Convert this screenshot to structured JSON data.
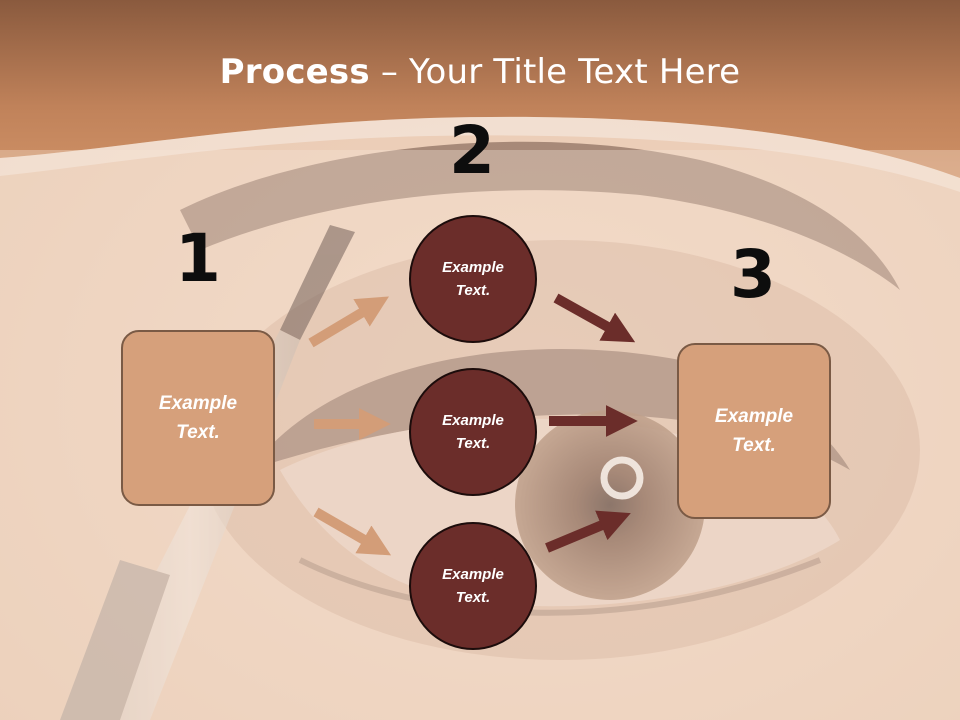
{
  "title": {
    "bold": "Process",
    "dash": " – ",
    "rest": "Your Title Text Here"
  },
  "steps": [
    {
      "number": "1",
      "text": "Example\nText."
    },
    {
      "number": "2",
      "text": ""
    },
    {
      "number": "3",
      "text": "Example\nText."
    }
  ],
  "circles": [
    {
      "text": "Example\nText."
    },
    {
      "text": "Example\nText."
    },
    {
      "text": "Example\nText."
    }
  ],
  "colors": {
    "header": "#c58457",
    "box": "#d6a07b",
    "circle": "#6b2d2a",
    "arrow_light": "#d39d78",
    "arrow_dark": "#6b2d2a"
  }
}
